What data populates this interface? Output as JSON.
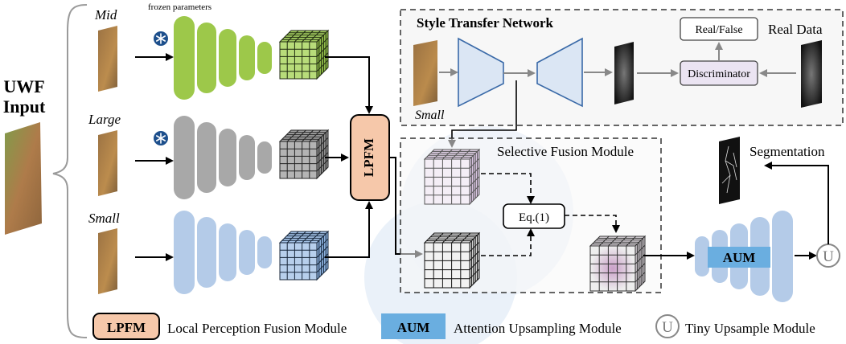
{
  "input": {
    "label_line1": "UWF",
    "label_line2": "Input"
  },
  "branches": {
    "mid": "Mid",
    "large": "Large",
    "small": "Small",
    "frozen_note": "frozen parameters"
  },
  "lpfm": {
    "label": "LPFM"
  },
  "style_transfer": {
    "title": "Style Transfer Network",
    "small_label": "Small",
    "real_false": "Real/False",
    "discriminator": "Discriminator",
    "real_data": "Real Data"
  },
  "fusion": {
    "title": "Selective Fusion Module",
    "eq": "Eq.(1)"
  },
  "aum": {
    "label": "AUM"
  },
  "output": {
    "segmentation": "Segmentation",
    "upsample_symbol": "U"
  },
  "legend": {
    "lpfm_key": "LPFM",
    "lpfm_desc": "Local Perception Fusion Module",
    "aum_key": "AUM",
    "aum_desc": "Attention Upsampling Module",
    "u_key": "U",
    "u_desc": "Tiny Upsample Module"
  },
  "colors": {
    "mid_encoder": "#9dc84a",
    "large_encoder": "#a8a8a8",
    "small_encoder": "#b4cbe8",
    "lpfm_fill": "#f6c8aa",
    "aum_bar": "#6aaee0",
    "fundus": "#9a6a2a",
    "discriminator_fill": "#ebe4f2"
  }
}
